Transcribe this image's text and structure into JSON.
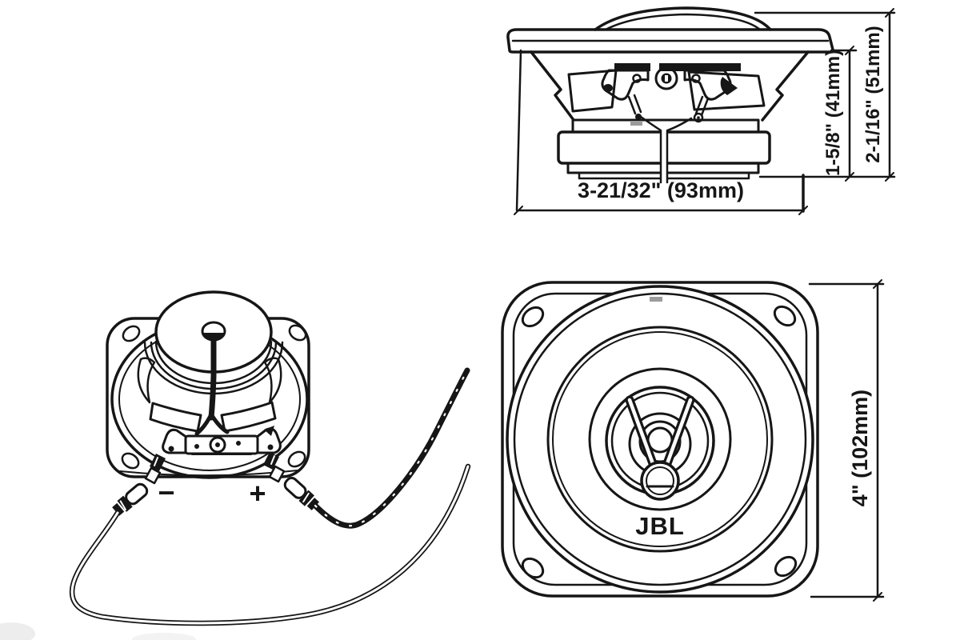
{
  "drawing": {
    "description": "JBL 4-inch coaxial car speaker dimensional line drawing (side view, rear view with wiring, front view)",
    "side_view": {
      "width_label": "3-21/32\" (93mm)",
      "mounting_depth_label": "1-5/8\" (41mm)",
      "overall_depth_label": "2-1/16\" (51mm)"
    },
    "front_view": {
      "brand_logo": "JBL",
      "height_label": "4\" (102mm)"
    },
    "rear_view": {
      "negative_label": "−",
      "positive_label": "+"
    },
    "colors": {
      "line": "#161616",
      "background": "#ffffff",
      "artifact_gray": "#9c9c9c"
    }
  }
}
